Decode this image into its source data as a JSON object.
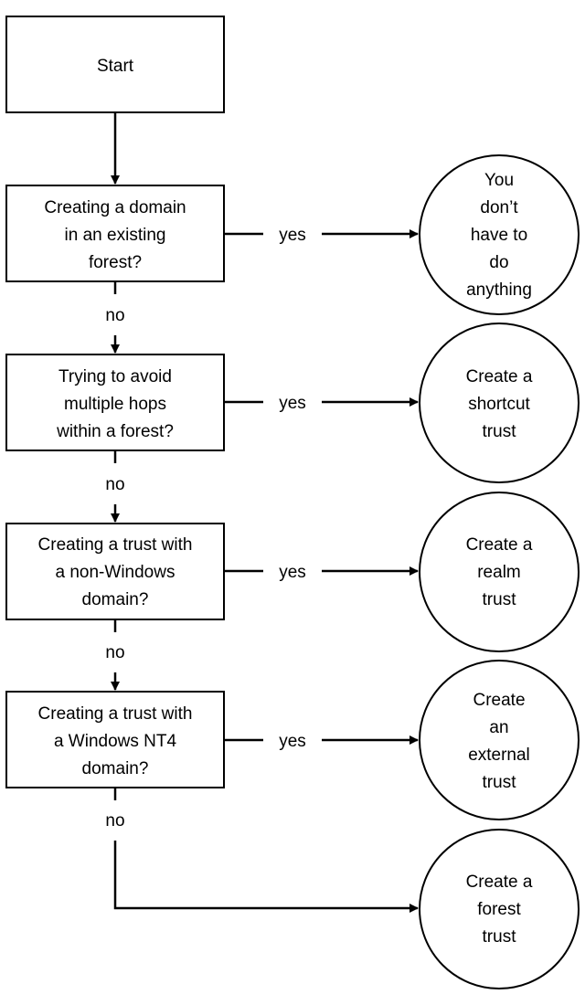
{
  "start": {
    "label": "Start"
  },
  "decisions": [
    {
      "lines": [
        "Creating a domain",
        "in an existing",
        "forest?"
      ]
    },
    {
      "lines": [
        "Trying to avoid",
        "multiple hops",
        "within a forest?"
      ]
    },
    {
      "lines": [
        "Creating a trust with",
        "a non-Windows",
        "domain?"
      ]
    },
    {
      "lines": [
        "Creating a trust with",
        "a Windows NT4",
        "domain?"
      ]
    }
  ],
  "outcomes": [
    {
      "lines": [
        "You",
        "don’t",
        "have to",
        "do",
        "anything"
      ]
    },
    {
      "lines": [
        "Create a",
        "shortcut",
        "trust"
      ]
    },
    {
      "lines": [
        "Create a",
        "realm",
        "trust"
      ]
    },
    {
      "lines": [
        "Create",
        "an",
        "external",
        "trust"
      ]
    },
    {
      "lines": [
        "Create a",
        "forest",
        "trust"
      ]
    }
  ],
  "edge_labels": {
    "yes": [
      "yes",
      "yes",
      "yes",
      "yes"
    ],
    "no": [
      "no",
      "no",
      "no",
      "no"
    ]
  }
}
